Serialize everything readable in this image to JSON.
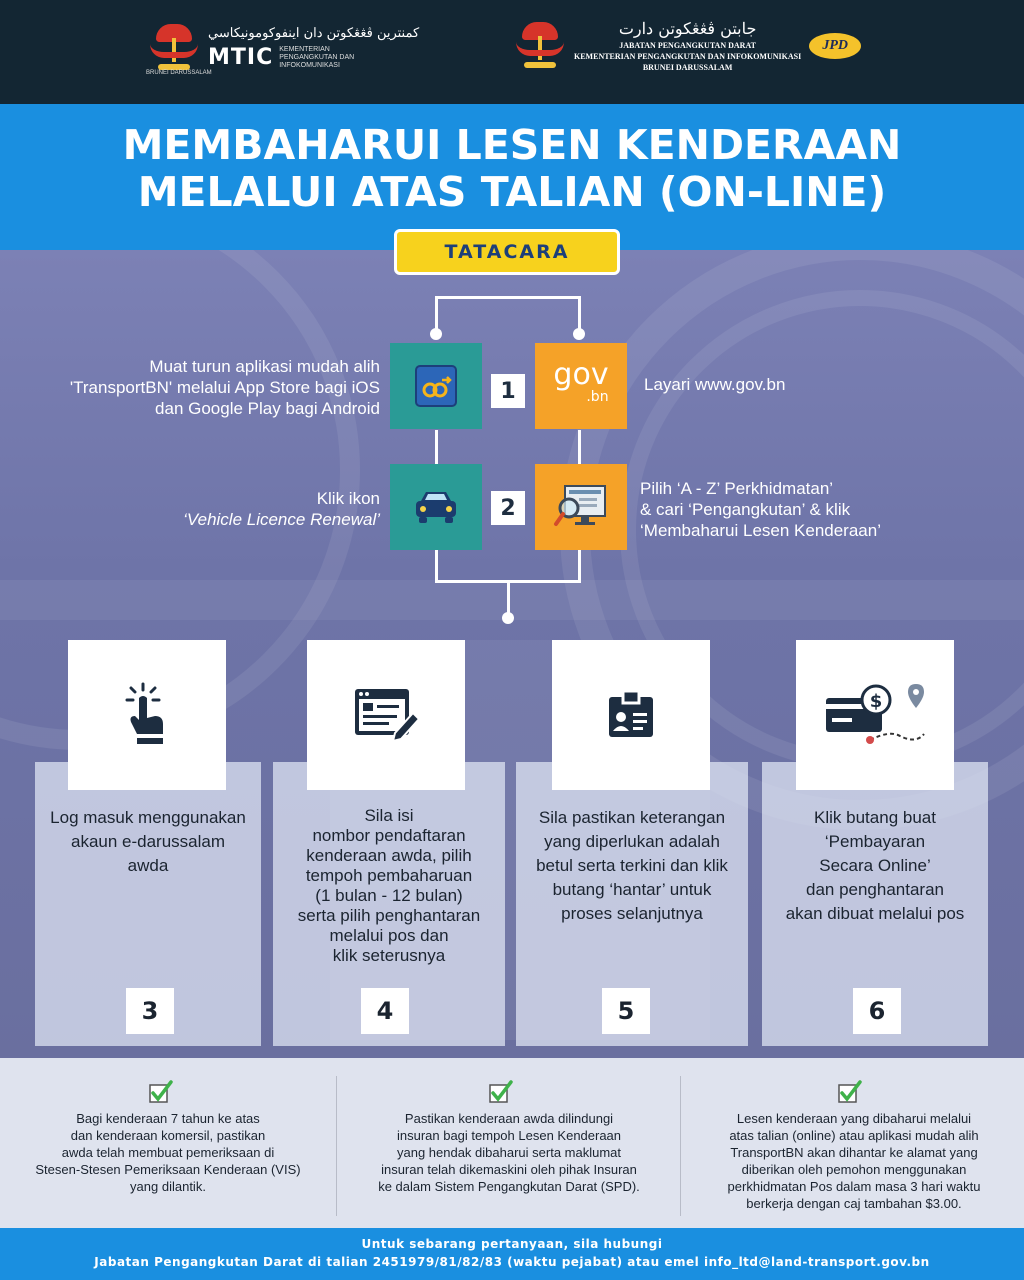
{
  "header": {
    "left_jawi": "كمنترين ڤڠڠكوتن دان اينفوكومونيكاسي",
    "left_brand": "MTIC",
    "left_sub": "KEMENTERIAN PENGANGKUTAN DAN INFOKOMUNIKASI",
    "left_crest_caption": "BRUNEI DARUSSALAM",
    "right_jawi": "جابتن ڤڠڠكوتن دارت",
    "right_line1": "JABATAN PENGANGKUTAN DARAT",
    "right_line2": "KEMENTERIAN PENGANGKUTAN DAN INFOKOMUNIKASI",
    "right_line3": "BRUNEI DARUSSALAM",
    "right_badge": "JPD"
  },
  "title": {
    "line1": "MEMBAHARUI LESEN KENDERAAN",
    "line2": "MELALUI ATAS TALIAN (ON-LINE)"
  },
  "tatacara": "TATACARA",
  "steps_top": {
    "n1": "1",
    "n2": "2",
    "left1": [
      "Muat turun aplikasi mudah alih",
      "'TransportBN' melalui App Store bagi iOS",
      "dan Google Play bagi Android"
    ],
    "right1": "Layari www.gov.bn",
    "left2_a": "Klik ikon",
    "left2_b": "‘Vehicle Licence  Renewal’",
    "right2": [
      "Pilih ‘A - Z’ Perkhidmatan’",
      "& cari ‘Pengangkutan’ & klik",
      "‘Membaharui Lesen Kenderaan’"
    ],
    "gov_logo_main": "gov",
    "gov_logo_sub": ".bn"
  },
  "steps_bottom": [
    {
      "num": "3",
      "lines": [
        "Log masuk menggunakan",
        "akaun e-darussalam",
        "awda"
      ]
    },
    {
      "num": "4",
      "lines": [
        "Sila isi",
        "nombor pendaftaran",
        "kenderaan awda, pilih",
        "tempoh pembaharuan",
        "(1 bulan - 12 bulan)",
        "serta pilih penghantaran",
        "melalui pos dan",
        "klik seterusnya"
      ]
    },
    {
      "num": "5",
      "lines": [
        "Sila pastikan keterangan",
        "yang diperlukan adalah",
        "betul serta terkini dan klik",
        "butang ‘hantar’ untuk",
        "proses selanjutnya"
      ]
    },
    {
      "num": "6",
      "lines": [
        "Klik butang buat",
        "‘Pembayaran",
        "Secara Online’",
        "dan penghantaran",
        "akan dibuat melalui pos"
      ]
    }
  ],
  "notes": [
    [
      "Bagi kenderaan 7 tahun ke atas",
      "dan kenderaan komersil, pastikan",
      "awda telah membuat pemeriksaan di",
      "Stesen-Stesen Pemeriksaan Kenderaan (VIS)",
      "yang dilantik."
    ],
    [
      "Pastikan kenderaan awda dilindungi",
      "insuran bagi tempoh Lesen Kenderaan",
      "yang hendak dibaharui serta maklumat",
      "insuran telah dikemaskini oleh pihak Insuran",
      "ke dalam Sistem Pengangkutan Darat (SPD)."
    ],
    [
      "Lesen kenderaan yang dibaharui melalui",
      "atas talian (online) atau aplikasi mudah alih",
      "TransportBN akan dihantar ke alamat yang",
      "diberikan oleh pemohon menggunakan",
      "perkhidmatan Pos dalam masa 3 hari waktu",
      "berkerja dengan caj tambahan $3.00."
    ]
  ],
  "footer": {
    "line1": "Untuk sebarang pertanyaan, sila hubungi",
    "line2": "Jabatan Pengangkutan Darat di talian 2451979/81/82/83  (waktu pejabat) atau emel info_ltd@land-transport.gov.bn"
  },
  "colors": {
    "header_bg": "#132633",
    "title_band": "#1a8fe0",
    "teal": "#2a9b96",
    "orange": "#f5a228",
    "yellow": "#f7d21d",
    "check_green": "#3fb24a"
  },
  "icons": [
    "app-icon",
    "gov-logo",
    "car-icon",
    "search-monitor-icon",
    "tap-hand-icon",
    "form-edit-icon",
    "id-card-icon",
    "payment-delivery-icon",
    "checkmark-icon"
  ]
}
